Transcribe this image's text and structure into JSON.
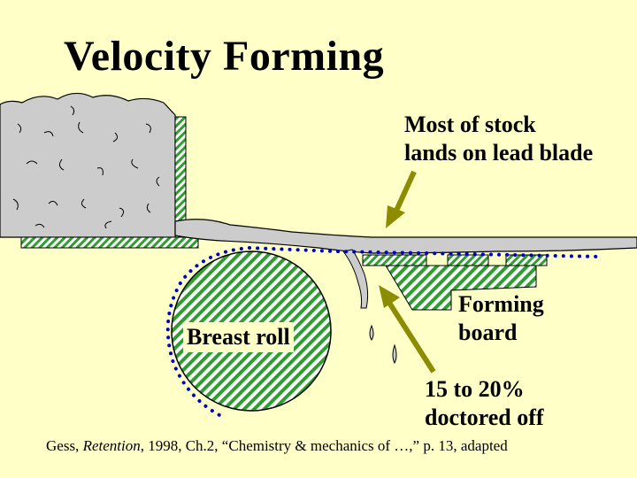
{
  "title": "Velocity Forming",
  "labels": {
    "stock_line1": "Most of stock",
    "stock_line2": "lands on lead blade",
    "board_line1": "Forming",
    "board_line2": "board",
    "roll": "Breast roll",
    "doctored_line1": "15 to 20%",
    "doctored_line2": "doctored off"
  },
  "caption": {
    "author": "Gess, ",
    "work": "Retention",
    "rest": ", 1998, Ch.2, “Chemistry & mechanics of …,” p. 13, adapted"
  },
  "colors": {
    "background": "#FFFFC8",
    "hatch_green": "#2E9E2E",
    "arrow": "#8C8C00",
    "stock_gray": "#CCCCCC",
    "wire_dots": "#0000CC"
  }
}
